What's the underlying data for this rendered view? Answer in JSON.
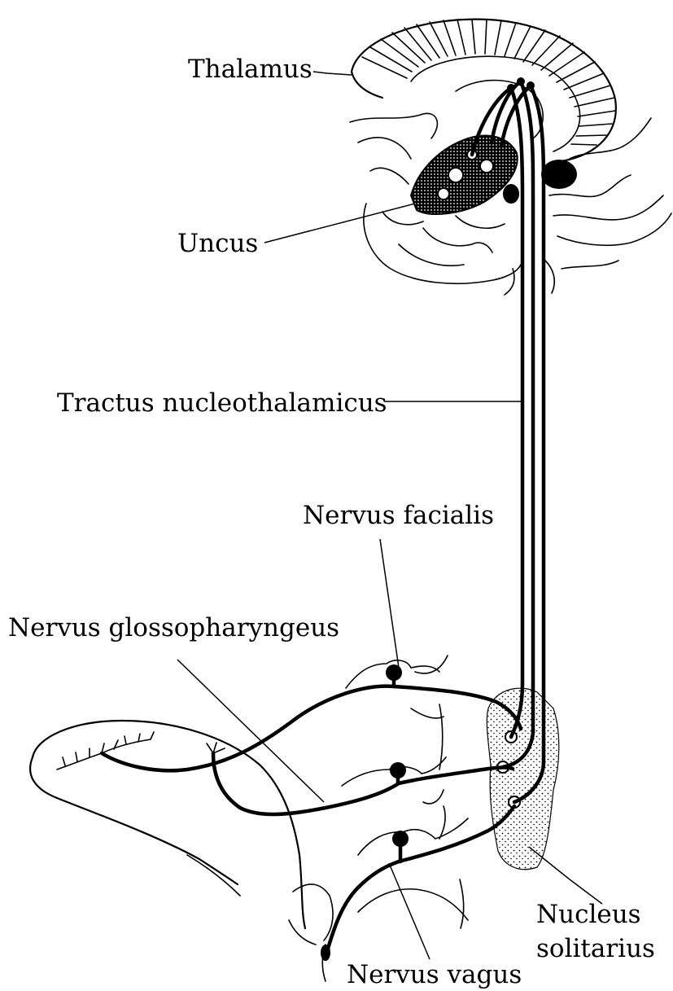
{
  "labels": {
    "thalamus": "Thalamus",
    "uncus": "Uncus",
    "tractus": "Tractus nucleothalamicus",
    "facialis": "Nervus facialis",
    "glossopharyngeus": "Nervus glossopharyngeus",
    "nucleus_line1": "Nucleus",
    "nucleus_line2": "solitarius",
    "vagus": "Nervus vagus"
  }
}
